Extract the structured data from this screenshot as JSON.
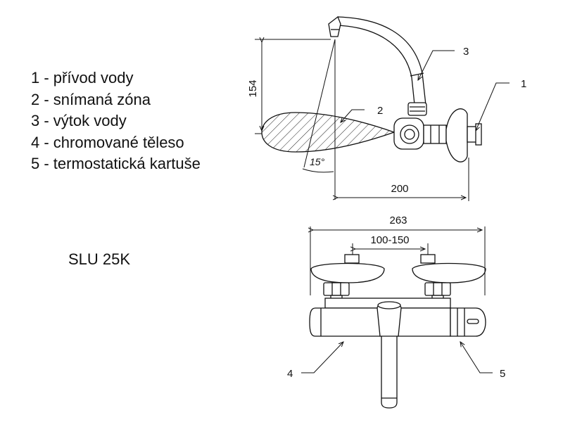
{
  "legend": [
    {
      "text": "1 - přívod vody"
    },
    {
      "text": "2 - snímaná zóna"
    },
    {
      "text": "3 - výtok vody"
    },
    {
      "text": "4 - chromované těleso"
    },
    {
      "text": "5 - termostatická kartuše"
    }
  ],
  "model": "SLU 25K",
  "dimensions": {
    "height": "154",
    "depth": "200",
    "width": "263",
    "spacing": "100-150",
    "angle": "15°"
  },
  "callouts": {
    "c1": "1",
    "c2": "2",
    "c3": "3",
    "c4": "4",
    "c5": "5"
  }
}
